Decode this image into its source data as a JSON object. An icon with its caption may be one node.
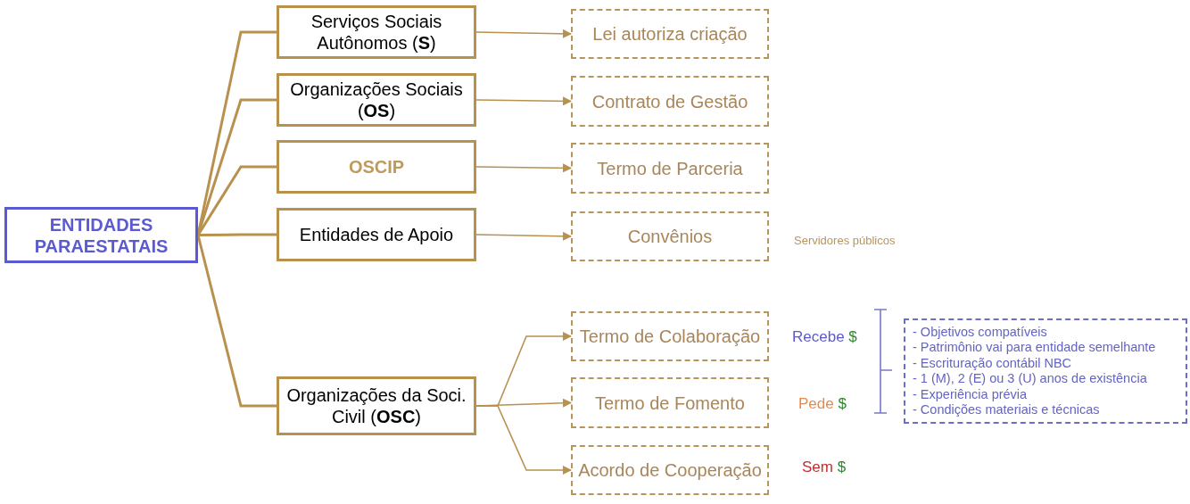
{
  "diagram": {
    "nodes": [
      {
        "text": [
          "ENTIDADES PARAESTATAIS"
        ]
      },
      {
        "text": [
          "Serviços Sociais Autônomos (**S**)"
        ]
      },
      {
        "text": [
          "Organizações Sociais (**OS**)"
        ]
      },
      {
        "text": [
          "OSCIP"
        ]
      },
      {
        "text": [
          "Entidades de Apoio"
        ]
      },
      {
        "text": [
          "Organizações da Soci. Civil (**OSC**)"
        ]
      },
      {
        "text": [
          "Lei autoriza criação"
        ]
      },
      {
        "text": [
          "Contrato de Gestão"
        ]
      },
      {
        "text": [
          "Termo de Parceria"
        ]
      },
      {
        "text": [
          "Convênios"
        ],
        "beside": [
          "Servidores públicos"
        ]
      },
      {
        "text": [
          "Termo de Colaboração"
        ],
        "beside": [
          "Recebe $"
        ]
      },
      {
        "text": [
          "Termo de Fomento"
        ],
        "beside": [
          "Pede $"
        ]
      },
      {
        "text": [
          "Acordo de Cooperação"
        ],
        "beside": [
          "Sem $"
        ]
      },
      {
        "text": [
          "- Objetivos compatíveis",
          "- Patrimônio vai para entidade semelhante",
          "- Escrituração contábil NBC",
          "- 1 (M), 2 (E) ou 3 (U) anos de existência",
          "- Experiência prévia",
          "- Condições materiais e técnicas"
        ]
      }
    ],
    "edges": [
      {
        "from": 0,
        "to": 1,
        "arrow": "none"
      },
      {
        "from": 0,
        "to": 2,
        "arrow": "none"
      },
      {
        "from": 0,
        "to": 3,
        "arrow": "none"
      },
      {
        "from": 0,
        "to": 4,
        "arrow": "none"
      },
      {
        "from": 0,
        "to": 5,
        "arrow": "none"
      },
      {
        "from": 1,
        "to": 6,
        "arrow": "to"
      },
      {
        "from": 2,
        "to": 7,
        "arrow": "to"
      },
      {
        "from": 3,
        "to": 8,
        "arrow": "to"
      },
      {
        "from": 4,
        "to": 9,
        "arrow": "to"
      },
      {
        "from": 5,
        "to": 10,
        "arrow": "to"
      },
      {
        "from": 5,
        "to": 11,
        "arrow": "to"
      },
      {
        "from": 5,
        "to": 12,
        "arrow": "to"
      }
    ]
  }
}
